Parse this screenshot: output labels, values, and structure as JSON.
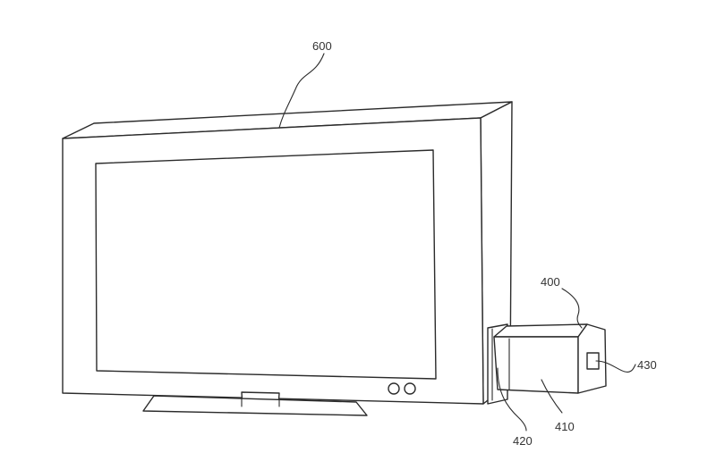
{
  "figure": {
    "labels": {
      "tv": "600",
      "device": "400",
      "device_body": "410",
      "connector": "420",
      "port": "430"
    }
  },
  "colors": {
    "line": "#2b2b2b",
    "text": "#333333",
    "background": "#ffffff"
  }
}
